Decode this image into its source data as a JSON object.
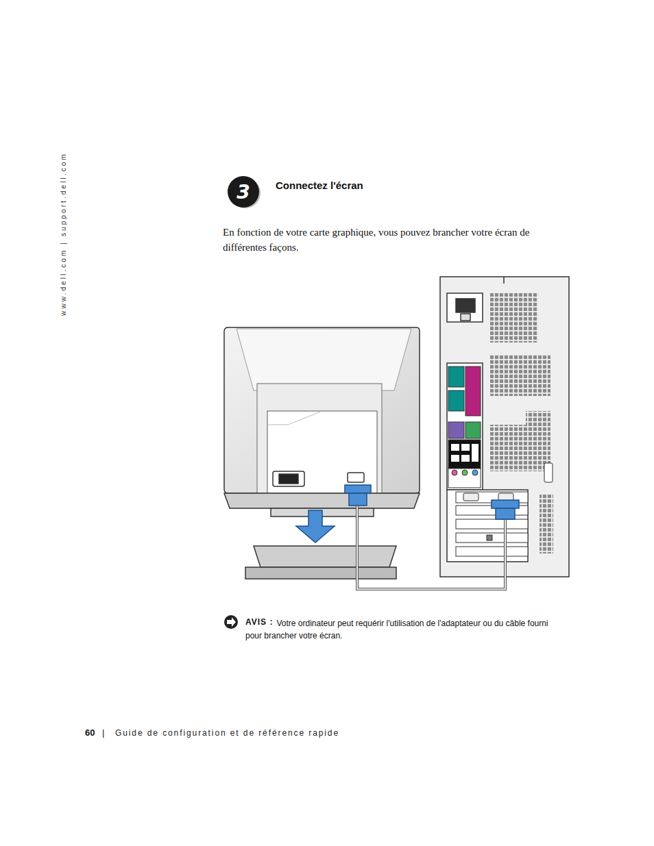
{
  "diagram": {
    "title": "Connectez l'écran",
    "nodes": [
      {
        "text": [
          "3"
        ]
      }
    ],
    "labels": [
      "www.dell.com | support.dell.com",
      "En fonction de votre carte graphique, vous pouvez brancher votre écran de différentes façons.",
      "AVIS :",
      "Votre ordinateur peut requérir l'utilisation de l'adaptateur ou du câble fourni pour brancher votre écran.",
      "60",
      "|",
      "Guide de configuration et de référence rapide"
    ]
  }
}
